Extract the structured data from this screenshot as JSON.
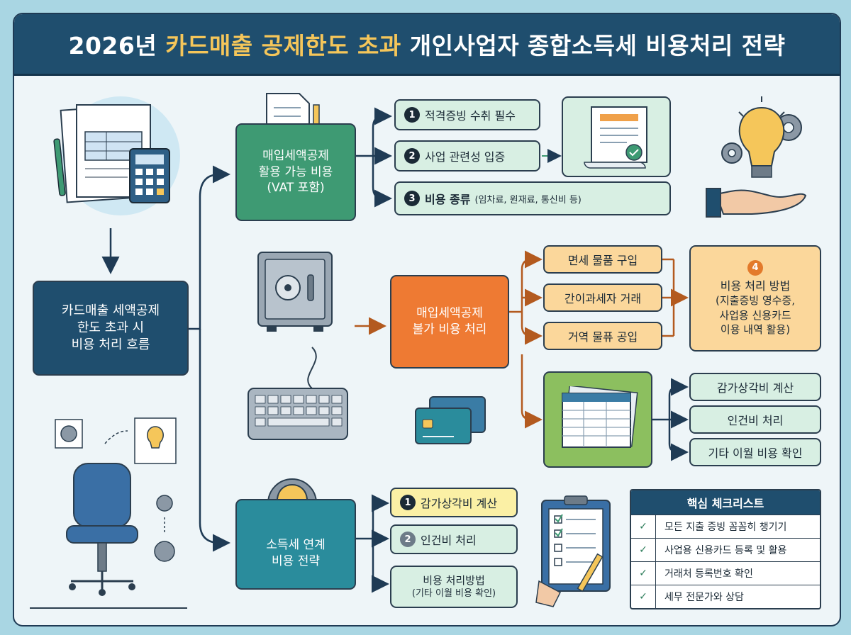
{
  "title": {
    "prefix": "2026년 ",
    "highlight": "카드매출 공제한도 초과",
    "suffix": " 개인사업자 종합소득세 비용처리 전략"
  },
  "root": {
    "line1": "카드매출 세액공제",
    "line2": "한도 초과 시",
    "line3": "비용 처리 흐름"
  },
  "branch_deductible": {
    "line1": "매입세액공제",
    "line2": "활용 가능 비용",
    "line3": "(VAT 포함)",
    "items": [
      {
        "num": "1",
        "text": "적격증빙 수취 필수"
      },
      {
        "num": "2",
        "text": "사업 관련성 입증"
      },
      {
        "num": "3",
        "text": "비용 종류",
        "note": "(임차료, 원재료, 통신비 등)"
      }
    ]
  },
  "branch_nondeductible": {
    "line1": "매입세액공제",
    "line2": "불가 비용 처리",
    "items": [
      "면세 물품 구입",
      "간이과세자 거래",
      "거역 물퓨 공입"
    ],
    "method": {
      "num": "4",
      "line1": "비용 처리 방법",
      "line2": "(지출증빙 영수증,",
      "line3": "사업용 신용카드",
      "line4": "이용 내역 활용)"
    },
    "ledger_items": [
      "감가상각비 계산",
      "인건비 처리",
      "기타 이월 비용 확인"
    ]
  },
  "branch_income_tax": {
    "line1": "소득세 연계",
    "line2": "비용 전략",
    "items": [
      {
        "num": "1",
        "text": "감가상각비 계산"
      },
      {
        "num": "2",
        "text": "인건비 처리"
      },
      {
        "line1": "비용 처리방법",
        "line2": "(기타 이월 비용 확인)"
      }
    ]
  },
  "checklist": {
    "title": "핵심 체크리스트",
    "check_mark": "✓",
    "items": [
      "모든 지출 증빙 꼼꼼히 챙기기",
      "사업용 신용카드 등록 및 활용",
      "거래처 등록번호 확인",
      "세무 전문가와 상담"
    ]
  },
  "colors": {
    "navy": "#1f4e6e",
    "green": "#3e9a73",
    "orange": "#ee7a33",
    "teal": "#2a8c9c",
    "highlight": "#f5c65a"
  },
  "icons": [
    "documents-calculator-icon",
    "document-pen-icon",
    "certificate-icon",
    "lightbulb-gears-icon",
    "hand-icon",
    "safe-icon",
    "keyboard-icon",
    "credit-card-icon",
    "ledger-icon",
    "office-chair-icon",
    "gear-icon",
    "lightbulb-icon",
    "clipboard-checklist-icon"
  ]
}
